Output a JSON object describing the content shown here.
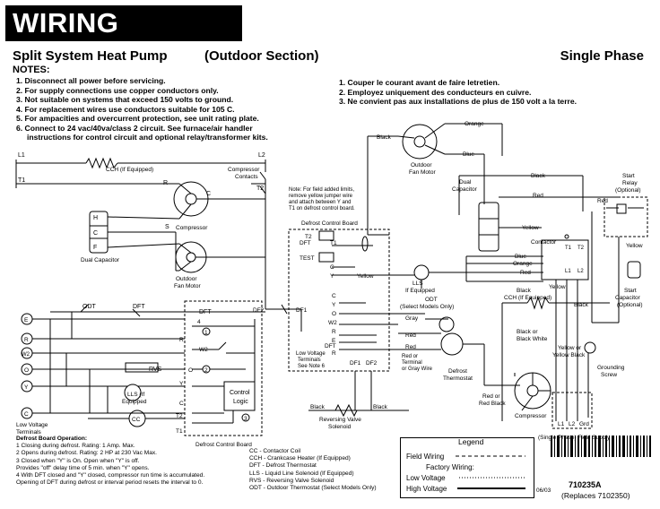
{
  "header": {
    "title": "WIRING DIAGRAM",
    "subtitle": "Split System Heat Pump",
    "section": "(Outdoor Section)",
    "phase": "Single Phase"
  },
  "notes": {
    "title": "NOTES:",
    "english": [
      "1.  Disconnect all power before servicing.",
      "2.  For supply connections use copper conductors only.",
      "3.  Not suitable on systems that exceed 150 volts to ground.",
      "4.  For replacement wires use conductors suitable for 105 C.",
      "5.  For ampacities and overcurrent protection, see unit rating plate.",
      "6.  Connect to 24 vac/40va/class 2 circuit.  See furnace/air handler",
      "     instructions for control circuit and optional relay/transformer kits."
    ],
    "french": [
      "1.  Couper le courant avant de faire letretien.",
      "2.  Employez uniquement des conducteurs en cuivre.",
      "3.  Ne convient pas aux installations de plus de 150 volt a la terre."
    ]
  },
  "left_circuit": {
    "l1": "L1",
    "l2": "L2",
    "t1": "T1",
    "t2": "T2",
    "cch": "CCH (If Equipped)",
    "compressor_contacts_1": "Compressor",
    "compressor_contacts_2": "Contacts",
    "r": "R",
    "c": "C",
    "s": "S",
    "h": "H",
    "c2": "C",
    "f": "F",
    "compressor": "Compressor",
    "dual_capacitor": "Dual Capacitor",
    "outdoor_fan_motor_1": "Outdoor",
    "outdoor_fan_motor_2": "Fan Motor"
  },
  "defrost_circuit": {
    "odt": "ODT",
    "dft": "DFT",
    "df2": "DF2",
    "df1": "DF1",
    "terminals": [
      "E",
      "R",
      "W2",
      "O",
      "Y",
      "C"
    ],
    "low_voltage_1": "Low Voltage",
    "low_voltage_2": "Terminals",
    "rvs": "RVS",
    "lls_1": "LLS (If",
    "lls_2": "Equipped",
    "cc": "CC",
    "control_logic_1": "Control",
    "control_logic_2": "Logic",
    "board_dft": "DFT",
    "board_r": "R",
    "board_w2": "W2",
    "board_o": "O",
    "board_y": "Y",
    "board_c": "C",
    "board_t2": "T2",
    "board_t1": "T1",
    "circled_1": "1",
    "circled_2": "2",
    "circled_3": "3",
    "circled_4": "4",
    "board_label": "Defrost Control Board"
  },
  "middle": {
    "note_lines": [
      "Note:  For field added limits,",
      "remove yellow jumper wire",
      "and attach between Y and",
      "T1 on defrost control board."
    ],
    "board_title": "Defrost Control Board",
    "t2": "T2",
    "dft": "DFT",
    "t1": "T1",
    "test": "TEST",
    "c": "C",
    "y": "Y",
    "yellow": "Yellow",
    "terminals": [
      "C",
      "Y",
      "O",
      "W2",
      "R",
      "E"
    ],
    "dft2": "DFT",
    "dft2_r": "R",
    "lvt_1": "Low Voltage",
    "lvt_2": "Terminals",
    "lvt_3": "See Note 6",
    "df1": "DF1",
    "df2": "DF2",
    "lls_1": "LLS",
    "lls_2": "If Equipped",
    "odt_1": "ODT",
    "odt_2": "(Select Models Only)",
    "gray": "Gray",
    "red_1": "Red",
    "red_2": "Red",
    "red_term_1": "Red or",
    "red_term_2": "Terminal",
    "red_term_3": "or Gray Wire",
    "defrost_thermostat_1": "Defrost",
    "defrost_thermostat_2": "Thermostat",
    "black": "Black",
    "black2": "Black",
    "rv_1": "Reversing Valve",
    "rv_2": "Solenoid"
  },
  "right": {
    "black": "Black",
    "orange": "Orange",
    "blue": "Blue",
    "fan_1": "Outdoor",
    "fan_2": "Fan Motor",
    "dual_cap_1": "Dual",
    "dual_cap_2": "Capacitor",
    "black2": "Black",
    "red": "Red",
    "yellow": "Yellow",
    "contactor": "Contactor",
    "blue2": "Blue",
    "orange2": "Orange",
    "red2": "Red",
    "black3": "Black",
    "cch": "CCH (If Equipped)",
    "yellow2": "Yellow",
    "black4": "Black",
    "start_relay_1": "Start",
    "start_relay_2": "Relay",
    "start_relay_3": "(Optional)",
    "yellow3": "Yellow",
    "start_cap_1": "Start",
    "start_cap_2": "Capacitor",
    "start_cap_3": "(Optional)",
    "red3": "Red",
    "black_or_white_1": "Black or",
    "black_or_white_2": "Black White",
    "yellow_black_1": "Yellow or",
    "yellow_black_2": "Yellow Black",
    "grounding_1": "Grounding",
    "grounding_2": "Screw",
    "red_or_black_1": "Red or",
    "red_or_black_2": "Red Black",
    "compressor": "Compressor",
    "l1": "L1",
    "l2": "L2",
    "grd": "Grd",
    "field_supply": "(Single Phase) Field Supply",
    "t1": "T1",
    "t2": "T2",
    "l1b": "L1",
    "l2b": "L2"
  },
  "board_operation": {
    "title": "Defrost Board Operation:",
    "lines": [
      "1  Closing during defrost. Rating: 1 Amp. Max.",
      "2  Opens during defrost. Rating: 2 HP at 230 Vac Max.",
      "3  Closed when \"Y\" is On. Open when \"Y\" is off.",
      "    Provides \"off\" delay time of 5 min. when \"Y\" opens.",
      "4  With DFT closed and \"Y\" closed, compressor run time is accumulated.",
      "    Opening of DFT during defrost or interval period resets the interval to 0."
    ]
  },
  "abbreviations": [
    "CC - Contactor Coil",
    "CCH - Crankcase Heater (If Equipped)",
    "DFT - Defrost Thermostat",
    "LLS - Liquid Line Solenoid (If Equipped)",
    "RVS - Reversing Valve Solenoid",
    "ODT - Outdoor Thermostat (Select Models Only)"
  ],
  "legend": {
    "title": "Legend",
    "field_wiring": "Field Wiring",
    "factory_wiring": "Factory Wiring:",
    "low_voltage": "Low Voltage",
    "high_voltage": "High Voltage"
  },
  "footer": {
    "part_number": "710235A",
    "replaces": "(Replaces 7102350)",
    "date": "06/03"
  }
}
